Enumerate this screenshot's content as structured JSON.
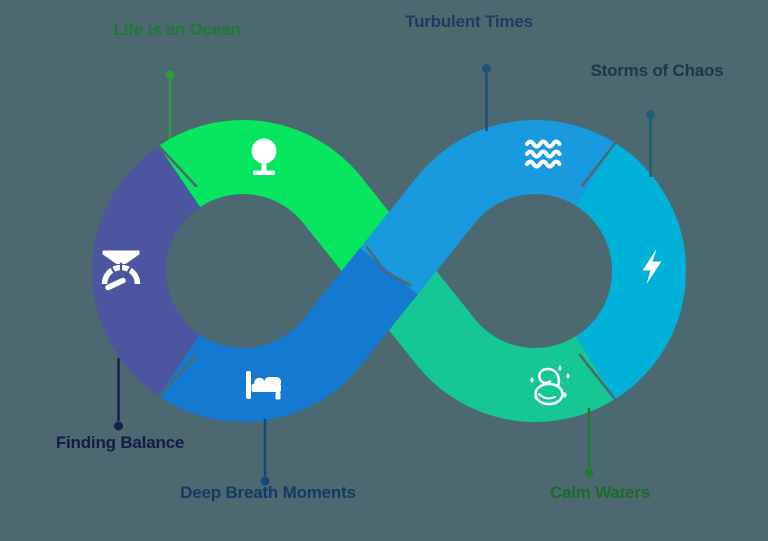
{
  "diagram": {
    "type": "infinity-loop-infographic",
    "background": "#4C6870",
    "icon_color": "#FFFFFF",
    "steps": [
      {
        "label": "Life is an Ocean",
        "icon": "tree-icon",
        "segment_color": "#06E65F",
        "label_color": "#1B7A33",
        "pin_color": "#2E9B42"
      },
      {
        "label": "Turbulent Times",
        "icon": "waves-icon",
        "segment_color": "#199ADF",
        "label_color": "#1B3D63",
        "pin_color": "#1E5078"
      },
      {
        "label": "Storms of Chaos",
        "icon": "lightning-icon",
        "segment_color": "#00B1D9",
        "label_color": "#17394E",
        "pin_color": "#1E6077"
      },
      {
        "label": "Calm Waters",
        "icon": "swan-icon",
        "segment_color": "#15C795",
        "label_color": "#1B6B2D",
        "pin_color": "#1E7B34"
      },
      {
        "label": "Deep Breath Moments",
        "icon": "bed-icon",
        "segment_color": "#1379D1",
        "label_color": "#123B66",
        "pin_color": "#10497D"
      },
      {
        "label": "Finding Balance",
        "icon": "scale-icon",
        "segment_color": "#4C55A0",
        "label_color": "#141A4B",
        "pin_color": "#14204E"
      }
    ]
  }
}
